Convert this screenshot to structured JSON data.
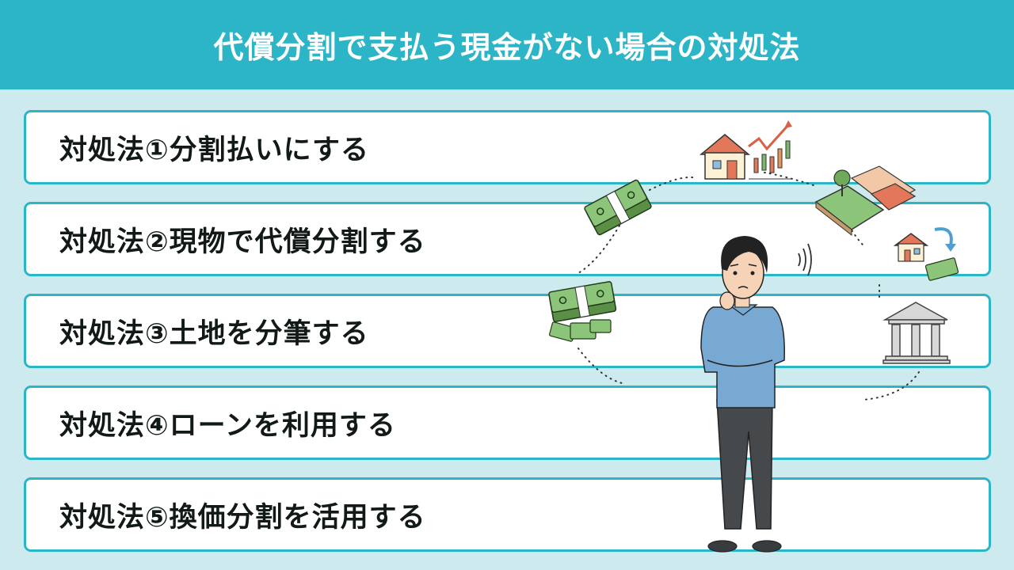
{
  "header": {
    "title": "代償分割で支払う現金がない場合の対処法"
  },
  "methods": [
    {
      "label": "対処法①分割払いにする"
    },
    {
      "label": "対処法②現物で代償分割する"
    },
    {
      "label": "対処法③土地を分筆する"
    },
    {
      "label": "対処法④ローンを利用する"
    },
    {
      "label": "対処法⑤換価分割を活用する"
    }
  ],
  "illustration": {
    "elements": [
      "worried-man",
      "money-stack",
      "house-with-chart",
      "divided-land",
      "house-exchange",
      "bank-building"
    ]
  },
  "colors": {
    "header_bg": "#2cb5c7",
    "page_bg": "#cdebef",
    "card_border": "#2cb5c7",
    "text": "#111a16"
  }
}
